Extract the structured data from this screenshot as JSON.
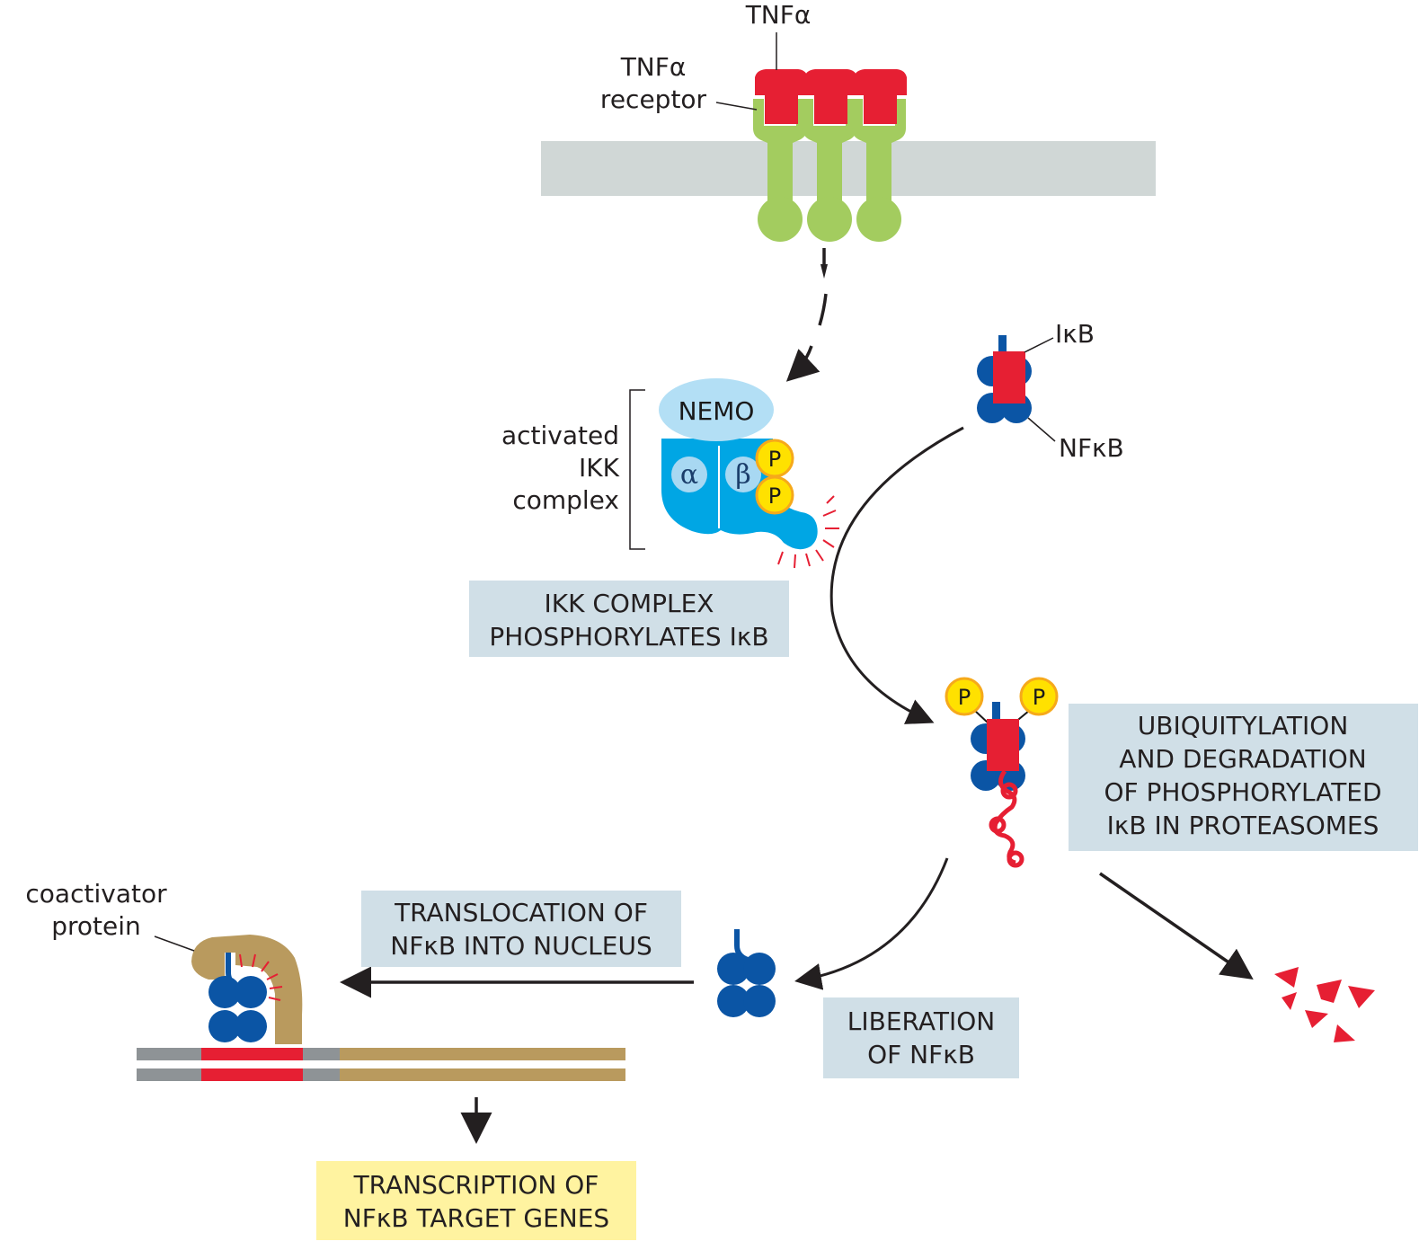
{
  "labels": {
    "tnfa_top": "TNFα",
    "tnfa_receptor_l1": "TNFα",
    "tnfa_receptor_l2": "receptor",
    "ikb": "IκB",
    "nfkb": "NFκB",
    "activated_ikk_l1": "activated",
    "activated_ikk_l2": "IKK",
    "activated_ikk_l3": "complex",
    "nemo": "NEMO",
    "alpha": "α",
    "beta": "β",
    "phosphate": "P",
    "coactivator_l1": "coactivator",
    "coactivator_l2": "protein"
  },
  "captions": {
    "ikk_phosphorylates": [
      "IKK COMPLEX",
      "PHOSPHORYLATES IκB"
    ],
    "ubiquitylation": [
      "UBIQUITYLATION",
      "AND DEGRADATION",
      "OF PHOSPHORYLATED",
      "IκB IN PROTEASOMES"
    ],
    "translocation": [
      "TRANSLOCATION OF",
      "NFκB INTO NUCLEUS"
    ],
    "liberation": [
      "LIBERATION",
      "OF NFκB"
    ],
    "transcription": [
      "TRANSCRIPTION OF",
      "NFκB TARGET GENES"
    ]
  },
  "colors": {
    "membrane": "#d0d7d6",
    "receptor": "#a3cc5f",
    "tnfa": "#e61f33",
    "nemo": "#b3dff5",
    "ikk": "#00a6e4",
    "subunit": "#a8d8f2",
    "phosphate_fill": "#ffe100",
    "phosphate_edge": "#f6a91b",
    "nfkb": "#0b55a5",
    "ikb": "#e61f33",
    "coactivator": "#b99a5e",
    "dna_gray": "#8e9396",
    "dna_tan": "#b99a5e",
    "dna_red": "#e61f33",
    "caption_box": "#d0dfe7",
    "transcription_box": "#fff3a0",
    "arrow": "#231f20"
  }
}
